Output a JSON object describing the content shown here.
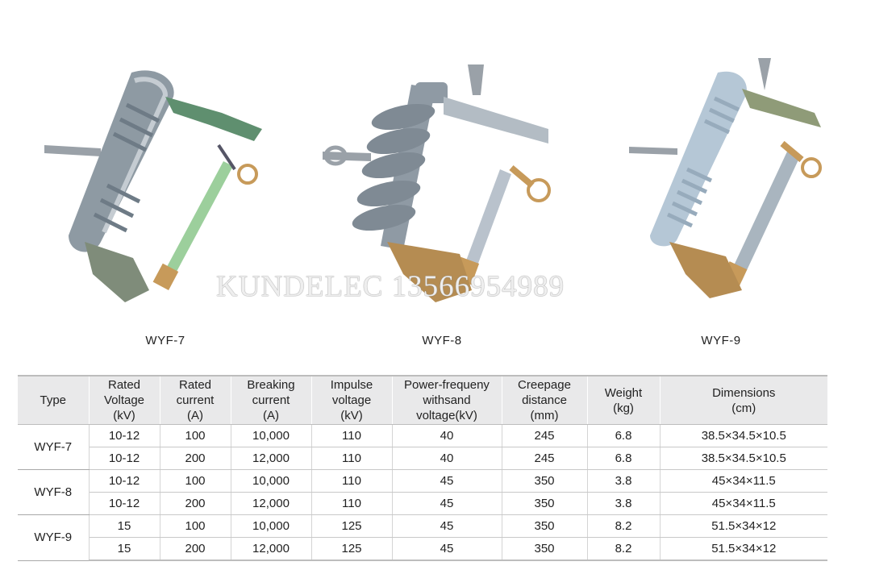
{
  "products": [
    {
      "label": "WYF-7"
    },
    {
      "label": "WYF-8"
    },
    {
      "label": "WYF-9"
    }
  ],
  "watermark": "KUNDELEC  13566954989",
  "table": {
    "headers": [
      "Type",
      "Rated\nVoltage\n(kV)",
      "Rated\ncurrent\n(A)",
      "Breaking\ncurrent\n(A)",
      "Impulse\nvoltage\n(kV)",
      "Power-frequeny\nwithsand\nvoltage(kV)",
      "Creepage\ndistance\n(mm)",
      "Weight\n(kg)",
      "Dimensions\n(cm)"
    ],
    "groups": [
      {
        "type": "WYF-7",
        "rows": [
          [
            "10-12",
            "100",
            "10,000",
            "110",
            "40",
            "245",
            "6.8",
            "38.5×34.5×10.5"
          ],
          [
            "10-12",
            "200",
            "12,000",
            "110",
            "40",
            "245",
            "6.8",
            "38.5×34.5×10.5"
          ]
        ]
      },
      {
        "type": "WYF-8",
        "rows": [
          [
            "10-12",
            "100",
            "10,000",
            "110",
            "45",
            "350",
            "3.8",
            "45×34×11.5"
          ],
          [
            "10-12",
            "200",
            "12,000",
            "110",
            "45",
            "350",
            "3.8",
            "45×34×11.5"
          ]
        ]
      },
      {
        "type": "WYF-9",
        "rows": [
          [
            "15",
            "100",
            "10,000",
            "125",
            "45",
            "350",
            "8.2",
            "51.5×34×12"
          ],
          [
            "15",
            "200",
            "12,000",
            "125",
            "45",
            "350",
            "8.2",
            "51.5×34×12"
          ]
        ]
      }
    ]
  },
  "colors": {
    "header_bg": "#e9e9ea",
    "porcelain_gray": "#8e9aa3",
    "polymer_gray": "#8f9aa4",
    "porcelain_blue": "#b5c7d6",
    "brass": "#c79a5a",
    "fuse_tube_green": "#9ccf9c"
  }
}
